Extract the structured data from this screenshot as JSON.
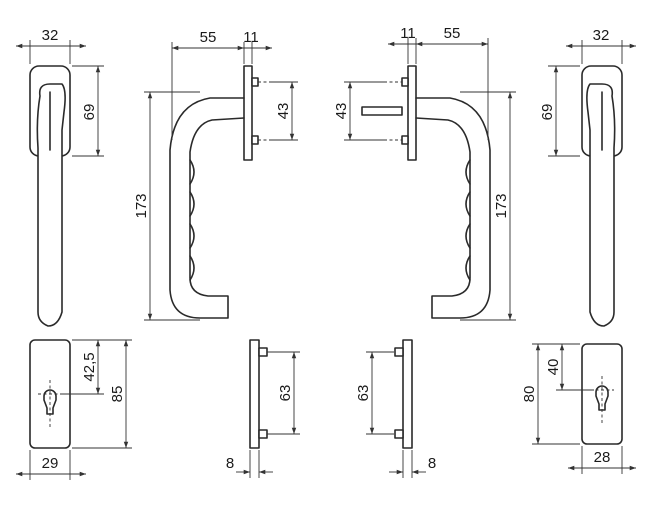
{
  "colors": {
    "line": "#2a2a2a",
    "background": "#ffffff"
  },
  "labels": {
    "left_front_width": "32",
    "left_front_rose": "69",
    "left_side_projection": "55",
    "left_side_base": "11",
    "left_side_pins": "43",
    "left_side_height": "173",
    "right_side_base": "11",
    "right_side_projection": "55",
    "right_side_pins": "43",
    "right_side_height": "173",
    "right_front_width": "32",
    "right_front_rose": "69",
    "left_plate_half": "42,5",
    "left_plate_height": "85",
    "left_plate_width": "29",
    "left_base_pins": "63",
    "left_base_thickness": "8",
    "right_base_pins": "63",
    "right_base_thickness": "8",
    "right_plate_half": "40",
    "right_plate_height": "80",
    "right_plate_width": "28"
  }
}
